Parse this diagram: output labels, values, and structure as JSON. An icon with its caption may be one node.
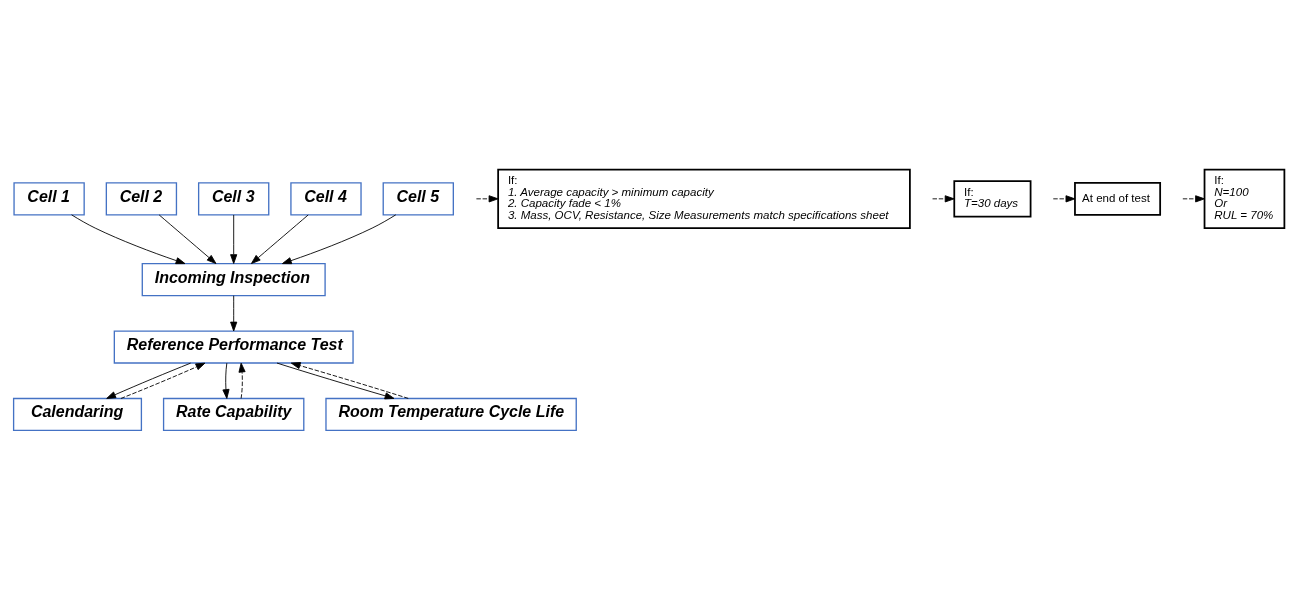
{
  "diagram": {
    "nodes": [
      {
        "text": [
          "Cell 1"
        ]
      },
      {
        "text": [
          "Cell 2"
        ]
      },
      {
        "text": [
          "Cell 3"
        ]
      },
      {
        "text": [
          "Cell 4"
        ]
      },
      {
        "text": [
          "Cell 5"
        ]
      },
      {
        "text": [
          "Incoming Inspection"
        ]
      },
      {
        "text": [
          "If:",
          "1. Average capacity > minimum capacity",
          "2. Capacity fade < 1%",
          "3. Mass, OCV, Resistance, Size Measurements match specifications sheet"
        ]
      },
      {
        "text": [
          "Reference Performance Test"
        ]
      },
      {
        "text": [
          "If:",
          "T=30 days"
        ]
      },
      {
        "text": [
          "At end of test"
        ]
      },
      {
        "text": [
          "If:",
          "N=100",
          "Or",
          "RUL = 70%"
        ]
      },
      {
        "text": [
          "Calendaring"
        ]
      },
      {
        "text": [
          "Rate Capability"
        ]
      },
      {
        "text": [
          "Room Temperature Cycle Life"
        ]
      }
    ],
    "edges": [
      {
        "from": 0,
        "to": 5,
        "arrow": "to"
      },
      {
        "from": 1,
        "to": 5,
        "arrow": "to"
      },
      {
        "from": 2,
        "to": 5,
        "arrow": "to"
      },
      {
        "from": 3,
        "to": 5,
        "arrow": "to"
      },
      {
        "from": 4,
        "to": 5,
        "arrow": "to"
      },
      {
        "from": 5,
        "to": 7,
        "arrow": "to"
      },
      {
        "from": null,
        "to": 6,
        "arrow": "to",
        "style": "dashed"
      },
      {
        "from": 7,
        "to": 11,
        "arrow": "to"
      },
      {
        "from": 11,
        "to": 7,
        "arrow": "to",
        "style": "dashed"
      },
      {
        "from": null,
        "to": 8,
        "arrow": "to",
        "style": "dashed"
      },
      {
        "from": 7,
        "to": 12,
        "arrow": "to"
      },
      {
        "from": 12,
        "to": 7,
        "arrow": "to",
        "style": "dashed"
      },
      {
        "from": null,
        "to": 9,
        "arrow": "to",
        "style": "dashed"
      },
      {
        "from": 7,
        "to": 13,
        "arrow": "to"
      },
      {
        "from": 13,
        "to": 7,
        "arrow": "to",
        "style": "dashed"
      },
      {
        "from": null,
        "to": 10,
        "arrow": "to",
        "style": "dashed"
      }
    ]
  }
}
